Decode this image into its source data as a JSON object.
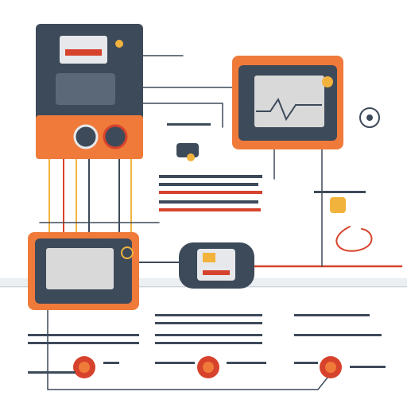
{
  "colors": {
    "orange": "#f07a3a",
    "orange_dark": "#d9642a",
    "navy": "#3d4a5a",
    "screen": "#d9d9d9",
    "red_wire": "#d7422c",
    "yellow": "#f2b33d",
    "bg": "#ffffff"
  },
  "devices": [
    {
      "id": "control-unit",
      "icon": "control-panel-icon"
    },
    {
      "id": "monitor-unit",
      "icon": "monitor-icon"
    },
    {
      "id": "handheld-unit",
      "icon": "device-icon"
    },
    {
      "id": "sensor-unit",
      "icon": "sensor-icon"
    },
    {
      "id": "indicator-left",
      "icon": "indicator-icon"
    },
    {
      "id": "indicator-center",
      "icon": "indicator-icon"
    },
    {
      "id": "indicator-right",
      "icon": "indicator-icon"
    }
  ],
  "labels": {}
}
